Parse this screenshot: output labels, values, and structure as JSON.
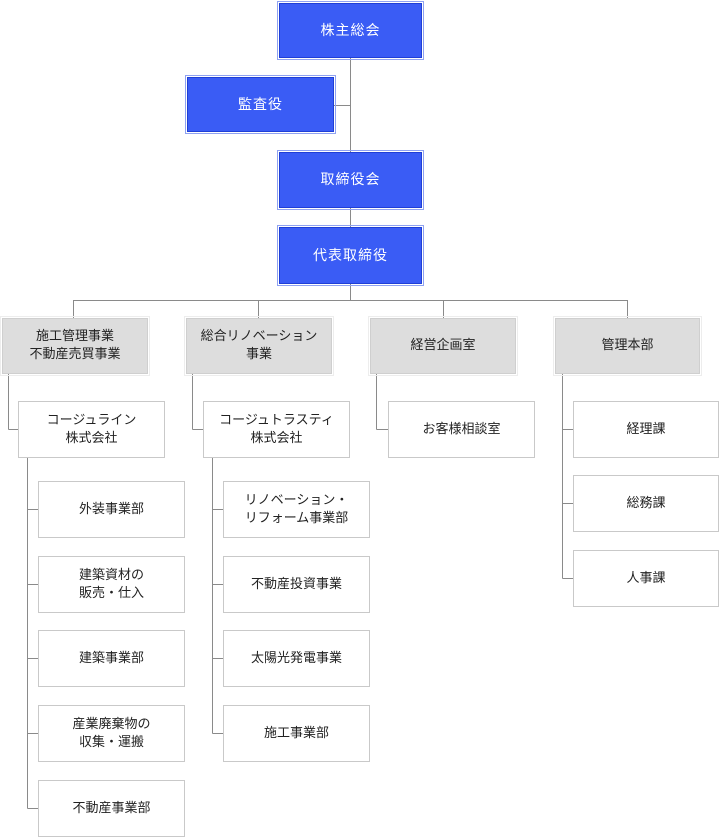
{
  "top": {
    "shareholders": "株主総会",
    "auditor": "監査役",
    "board": "取締役会",
    "ceo": "代表取締役"
  },
  "divisions": [
    {
      "title": "施工管理事業\n不動産売買事業",
      "subsidiary": "コージュライン\n株式会社",
      "units": [
        "外装事業部",
        "建築資材の\n販売・仕入",
        "建築事業部",
        "産業廃棄物の\n収集・運搬",
        "不動産事業部"
      ]
    },
    {
      "title": "総合リノベーション\n事業",
      "subsidiary": "コージュトラスティ\n株式会社",
      "units": [
        "リノベーション・\nリフォーム事業部",
        "不動産投資事業",
        "太陽光発電事業",
        "施工事業部"
      ]
    },
    {
      "title": "経営企画室",
      "units": [
        "お客様相談室"
      ]
    },
    {
      "title": "管理本部",
      "units": [
        "経理課",
        "総務課",
        "人事課"
      ]
    }
  ]
}
